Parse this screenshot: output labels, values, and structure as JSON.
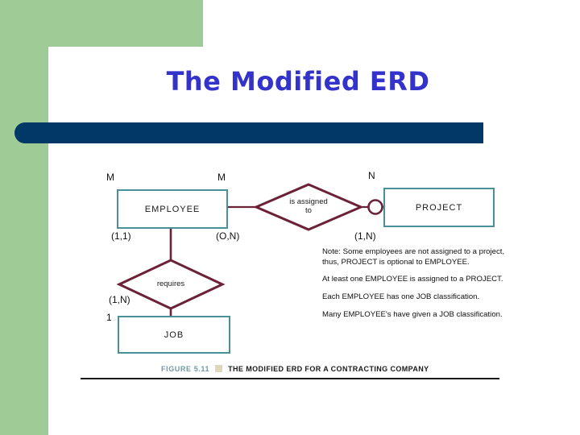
{
  "slide": {
    "title": "The Modified ERD",
    "theme": {
      "title_color": "#3333cc",
      "accent_green": "#9ecb96",
      "accent_navy": "#003868",
      "entity_border": "#4a9098",
      "relationship_line": "#6b2237",
      "caption_teal": "#6f9ba4",
      "caption_square": "#ded9bb"
    }
  },
  "erd": {
    "entities": [
      {
        "id": "employee",
        "label": "EMPLOYEE"
      },
      {
        "id": "project",
        "label": "PROJECT"
      },
      {
        "id": "job",
        "label": "JOB"
      }
    ],
    "relationships": [
      {
        "id": "is-assigned-to",
        "line1": "is assigned",
        "line2": "to"
      },
      {
        "id": "requires",
        "line1": "requires",
        "line2": ""
      }
    ],
    "degrees": [
      {
        "id": "employee-left",
        "value": "M"
      },
      {
        "id": "employee-right",
        "value": "M"
      },
      {
        "id": "project-left",
        "value": "N"
      },
      {
        "id": "job-left",
        "value": "1"
      }
    ],
    "cardinalities": [
      {
        "id": "employee-job",
        "value": "(1,1)"
      },
      {
        "id": "employee-project",
        "value": "(O,N)"
      },
      {
        "id": "project-employee",
        "value": "(1,N)"
      },
      {
        "id": "job-employee",
        "value": "(1,N)"
      }
    ],
    "optional_marker": "circle"
  },
  "notes": [
    "Note:  Some employees are not assigned to a project, thus, PROJECT is optional to EMPLOYEE.",
    "At least one EMPLOYEE is assigned to a PROJECT.",
    "Each EMPLOYEE has one JOB classification.",
    "Many EMPLOYEE's have given a JOB classification."
  ],
  "caption": {
    "figure_number": "FIGURE 5.11",
    "text": "THE MODIFIED ERD FOR A CONTRACTING COMPANY"
  }
}
